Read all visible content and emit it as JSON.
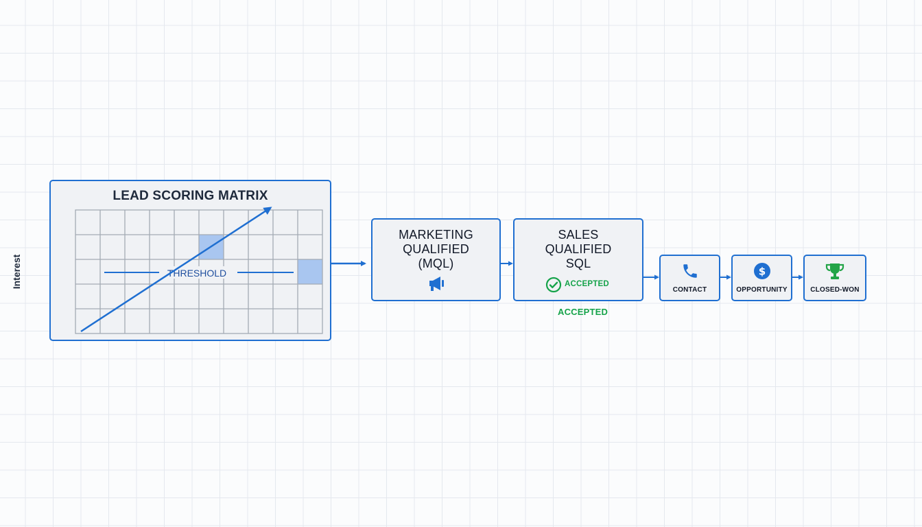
{
  "matrix": {
    "title": "LEAD SCORING MATRIX",
    "y_axis_label": "Interest",
    "threshold_label": "THRESHOLD"
  },
  "mql": {
    "line1": "MARKETING",
    "line2": "QUALIFIED",
    "line3": "(MQL)",
    "icon": "megaphone-icon"
  },
  "sql": {
    "line1": "SALES",
    "line2": "QUALIFIED",
    "line3": "SQL",
    "status_badge": "ACCEPTED",
    "status_icon": "check-circle-icon"
  },
  "accepted_caption": "ACCEPTED",
  "steps": [
    {
      "label": "CONTACT",
      "icon": "phone-icon"
    },
    {
      "label": "OPPORTUNITY",
      "icon": "dollar-icon"
    },
    {
      "label": "CLOSED-WON",
      "icon": "trophy-icon"
    }
  ],
  "colors": {
    "accent_blue": "#1f6fd1",
    "highlight_cell": "#a9c6f0",
    "success_green": "#16a34a",
    "box_fill": "#f0f2f5"
  }
}
